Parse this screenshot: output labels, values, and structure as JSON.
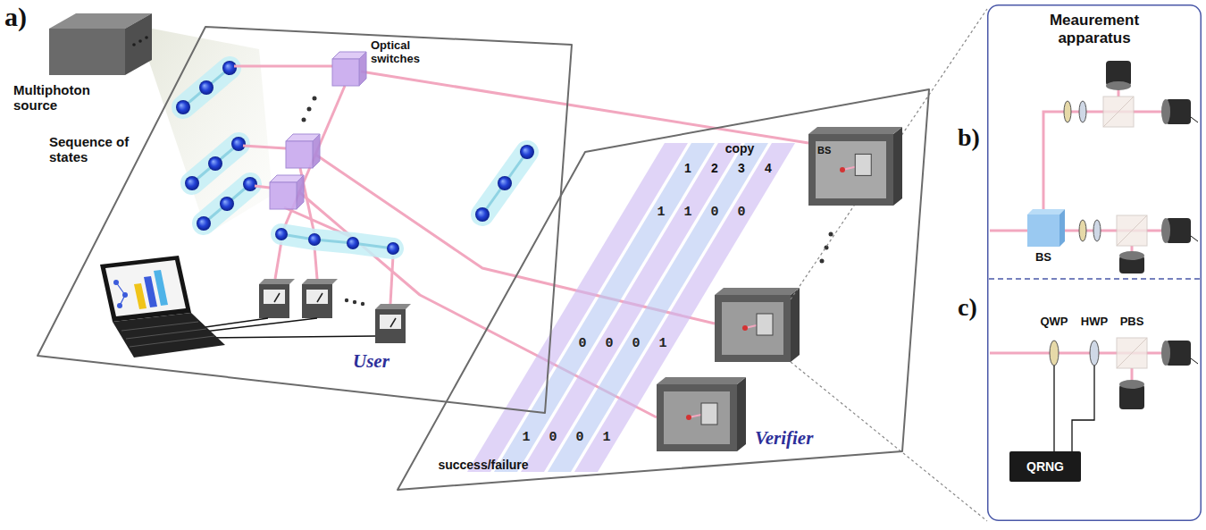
{
  "diagram": {
    "nodes": [
      {
        "text": [
          "Multiphoton source"
        ]
      },
      {
        "text": [
          "User"
        ]
      },
      {
        "text": [
          "Verifier"
        ]
      },
      {
        "text": [
          "BS"
        ],
        "in": 2
      },
      {
        "text": [
          "Meaurement apparatus"
        ]
      },
      {
        "text": [
          "QRNG"
        ],
        "in": 4
      }
    ],
    "labels": [
      "a)",
      "Sequence of states",
      "Optical switches",
      "copy",
      "1",
      "2",
      "3",
      "4",
      "1",
      "1",
      "0",
      "0",
      "0",
      "0",
      "0",
      "1",
      "1",
      "0",
      "0",
      "1",
      "success/failure",
      "b)",
      "BS",
      "c)",
      "QWP",
      "HWP",
      "PBS"
    ]
  }
}
